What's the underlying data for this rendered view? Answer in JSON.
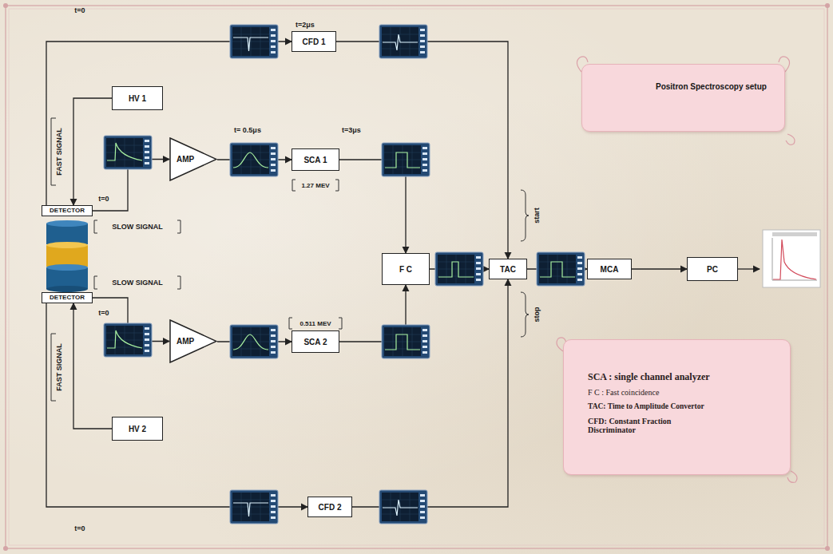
{
  "diagram": {
    "nodes": [
      {
        "text": [
          "CFD 1"
        ]
      },
      {
        "text": [
          "HV 1"
        ]
      },
      {
        "text": [
          "Positron Spectroscopy setup"
        ]
      },
      {
        "text": [
          "AMP"
        ]
      },
      {
        "text": [
          "SCA 1"
        ]
      },
      {
        "text": [
          "DETECTOR"
        ]
      },
      {
        "text": [
          "F C"
        ]
      },
      {
        "text": [
          "TAC"
        ]
      },
      {
        "text": [
          "MCA"
        ]
      },
      {
        "text": [
          "PC"
        ]
      },
      {
        "text": [
          "DETECTOR"
        ]
      },
      {
        "text": [
          "AMP"
        ]
      },
      {
        "text": [
          "SCA 2"
        ]
      },
      {
        "text": [
          "SCA : single channel analyzer",
          "F C : Fast coincidence",
          "TAC: Time to Amplitude Convertor",
          "CFD: Constant Fraction Discriminator"
        ]
      },
      {
        "text": [
          "HV 2"
        ]
      },
      {
        "text": [
          "CFD 2"
        ]
      }
    ],
    "edges": [
      {
        "from": 5,
        "to": 0,
        "arrow": "to"
      },
      {
        "from": 5,
        "to": 3,
        "arrow": "to"
      },
      {
        "from": 3,
        "to": 4,
        "arrow": "to"
      },
      {
        "from": 4,
        "to": 6,
        "arrow": "to"
      },
      {
        "from": 1,
        "to": 5,
        "arrow": "to"
      },
      {
        "from": 0,
        "to": 7,
        "arrow": "to"
      },
      {
        "from": 6,
        "to": 7,
        "arrow": "to"
      },
      {
        "from": 7,
        "to": 8,
        "arrow": "to"
      },
      {
        "from": 8,
        "to": 9,
        "arrow": "to"
      },
      {
        "from": 10,
        "to": 11,
        "arrow": "to"
      },
      {
        "from": 11,
        "to": 12,
        "arrow": "to"
      },
      {
        "from": 12,
        "to": 6,
        "arrow": "to"
      },
      {
        "from": 14,
        "to": 10,
        "arrow": "to"
      },
      {
        "from": 10,
        "to": 15,
        "arrow": "to"
      },
      {
        "from": 15,
        "to": 7,
        "arrow": "to"
      }
    ],
    "labels": [
      "t=0",
      "t=2μs",
      "FAST SIGNAL",
      "t= 0.5μs",
      "t=3μs",
      "1.27 MEV",
      "t=0",
      "SLOW SIGNAL",
      "start",
      "SLOW SIGNAL",
      "0.511 MEV",
      "t=0",
      "stop",
      "FAST SIGNAL",
      "t=0"
    ]
  }
}
